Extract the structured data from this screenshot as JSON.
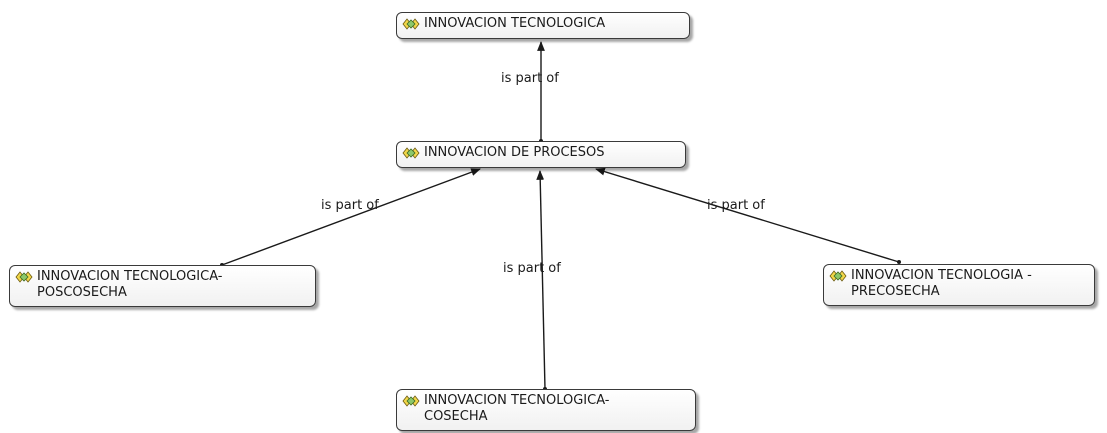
{
  "nodes": {
    "top": {
      "label": "INNOVACION TECNOLOGICA",
      "icon": "code-family-icon"
    },
    "middle": {
      "label": "INNOVACION DE PROCESOS",
      "icon": "code-family-icon"
    },
    "left": {
      "label": "INNOVACION TECNOLOGICA-\nPOSCOSECHA",
      "icon": "code-family-icon"
    },
    "right": {
      "label": "INNOVACION TECNOLOGIA -\nPRECOSECHA",
      "icon": "code-family-icon"
    },
    "bottom": {
      "label": "INNOVACION TECNOLOGICA-\nCOSECHA",
      "icon": "code-family-icon"
    }
  },
  "edges": [
    {
      "from": "middle",
      "to": "top",
      "label": "is part of"
    },
    {
      "from": "left",
      "to": "middle",
      "label": "is part of"
    },
    {
      "from": "bottom",
      "to": "middle",
      "label": "is part of"
    },
    {
      "from": "right",
      "to": "middle",
      "label": "is part of"
    }
  ],
  "colors": {
    "icon_yellow": "#f2d64a",
    "icon_green": "#5a9e3a",
    "edge": "#1a1a1a"
  }
}
